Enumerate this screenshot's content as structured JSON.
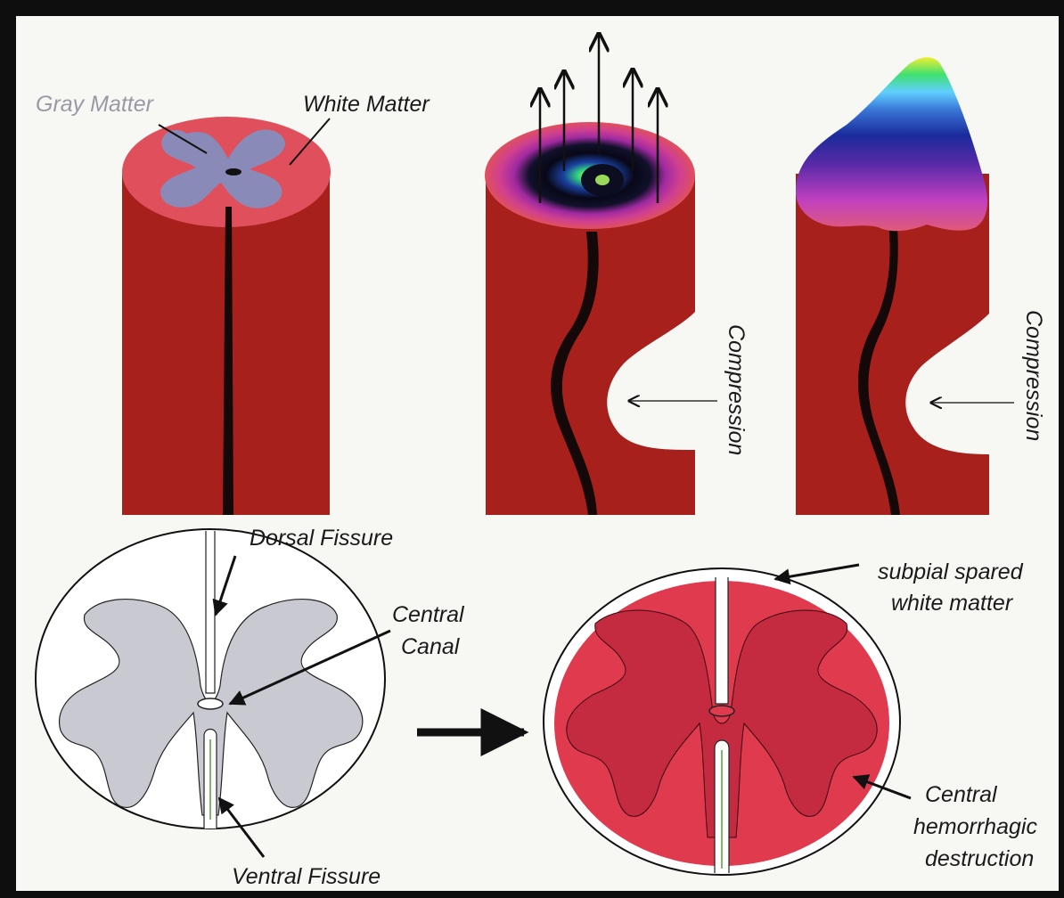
{
  "colors": {
    "page_background": "#f7f7f4",
    "frame": "#0e0e0e",
    "white_matter": "#e0505c",
    "gray_matter": "#8a8ab8",
    "cord_body": "#a8201c",
    "central_line": "#140808",
    "gray_matter_schematic": "#c9c9d2",
    "hemorrhage_light": "#e03a4e",
    "hemorrhage_dark": "#c42a40"
  },
  "labels": {
    "gray_matter": "Gray Matter",
    "white_matter": "White Matter",
    "compression_middle": "Compression",
    "compression_right": "Compression",
    "dorsal_fissure": "Dorsal Fissure",
    "central_canal_line1": "Central",
    "central_canal_line2": "Canal",
    "ventral_fissure": "Ventral Fissure",
    "subpial_line1": "subpial spared",
    "subpial_line2": "white matter",
    "hemorrhage_line1": "Central",
    "hemorrhage_line2": "hemorrhagic",
    "hemorrhage_line3": "destruction"
  }
}
